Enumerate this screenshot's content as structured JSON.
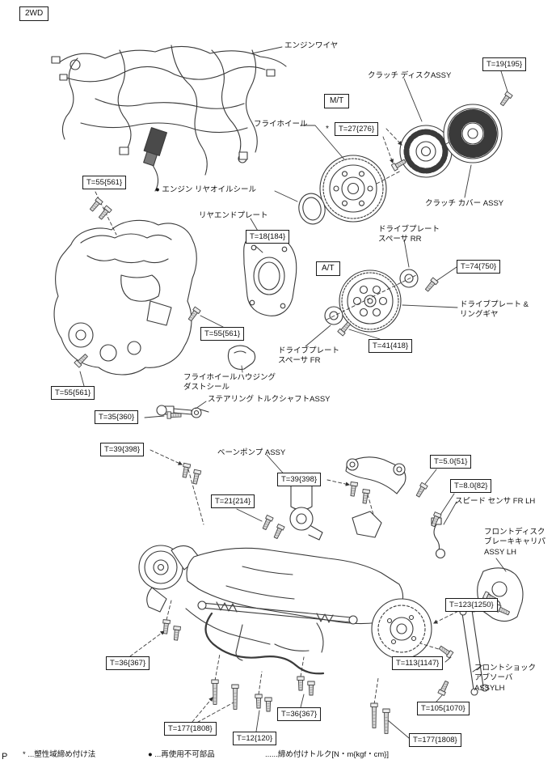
{
  "page": {
    "drive_type": "2WD",
    "corner_marker": "P"
  },
  "tags": {
    "mt": "M/T",
    "at": "A/T"
  },
  "labels": {
    "engine_wire": "エンジンワイヤ",
    "clutch_disc": "クラッチ ディスクASSY",
    "flywheel": "フライホイール",
    "clutch_cover": "クラッチ カバー ASSY",
    "rear_oil_seal": "● エンジン リヤオイルシール",
    "rear_end_plate": "リヤエンドプレート",
    "drive_plate_spacer_rr": "ドライブプレート\nスペーサ RR",
    "drive_plate_ring_gear": "ドライブプレート &\nリングギヤ",
    "drive_plate_spacer_fr": "ドライブプレート\nスペーサ FR",
    "flywheel_housing_dust_seal": "フライホイールハウジング\nダストシール",
    "steering_torque_shaft": "ステアリング トルクシャフトASSY",
    "vane_pump": "ベーンポンプ ASSY",
    "speed_sensor_fr_lh": "スピード センサ FR LH",
    "front_disc_brake_caliper": "フロントディスク\nブレーキキャリパ\nASSY LH",
    "front_shock_absorber": "フロントショック\nアブソーバ\nASSYLH"
  },
  "torques": {
    "t19": "T=19{195}",
    "t27": "T=27{276}",
    "t27_prefix": "*",
    "t55": "T=55{561}",
    "t18": "T=18{184}",
    "t74": "T=74{750}",
    "t41": "T=41{418}",
    "t35": "T=35{360}",
    "t39": "T=39{398}",
    "t21": "T=21{214}",
    "t5_0": "T=5.0{51}",
    "t8_0": "T=8.0{82}",
    "t123": "T=123{1250}",
    "t113": "T=113{1147}",
    "t36": "T=36{367}",
    "t105": "T=105{1070}",
    "t177": "T=177{1808}",
    "t12": "T=12{120}"
  },
  "legend": {
    "plastic": {
      "symbol": "*",
      "text": " ...塑性域締め付け法"
    },
    "non_reusable": {
      "symbol": "●",
      "text": " ...再使用不可部品"
    },
    "torque_note": {
      "symbol": "",
      "text": "......締め付けトルク[N・m{kgf・cm}]"
    }
  }
}
